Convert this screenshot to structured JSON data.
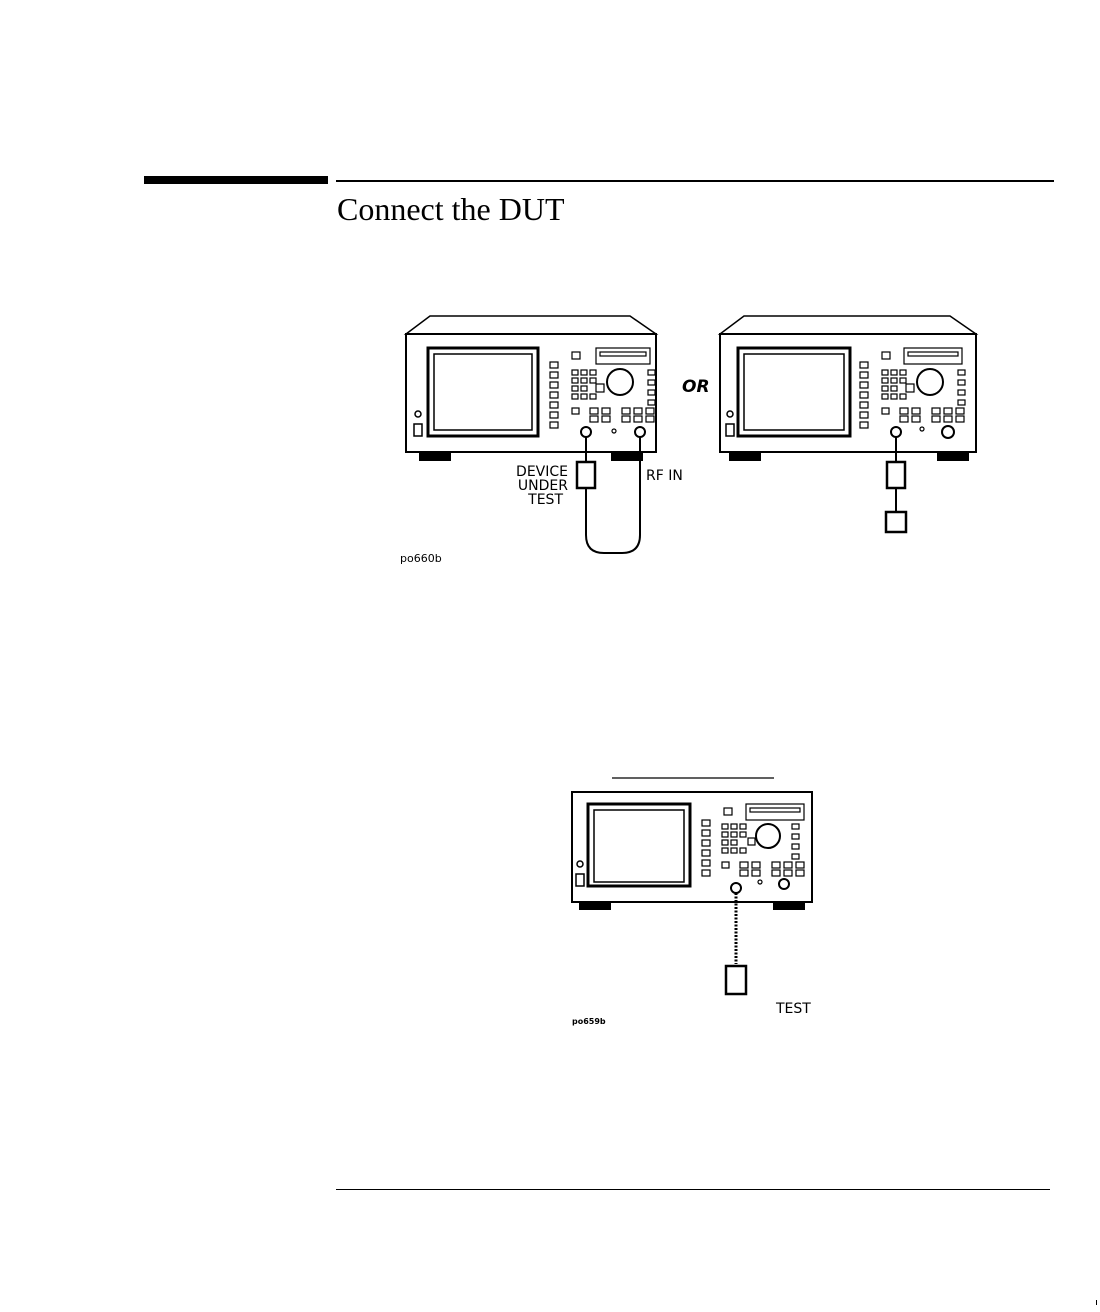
{
  "section": {
    "title": "Connect the DUT"
  },
  "figure1": {
    "labels": {
      "device_under_test_line1": "DEVICE",
      "device_under_test_line2": "UNDER",
      "device_under_test_line3": "TEST",
      "rf_in": "RF IN",
      "or": "OR",
      "figure_id": "po660b"
    }
  },
  "figure2": {
    "labels": {
      "test": "TEST",
      "figure_id": "po659b"
    }
  }
}
